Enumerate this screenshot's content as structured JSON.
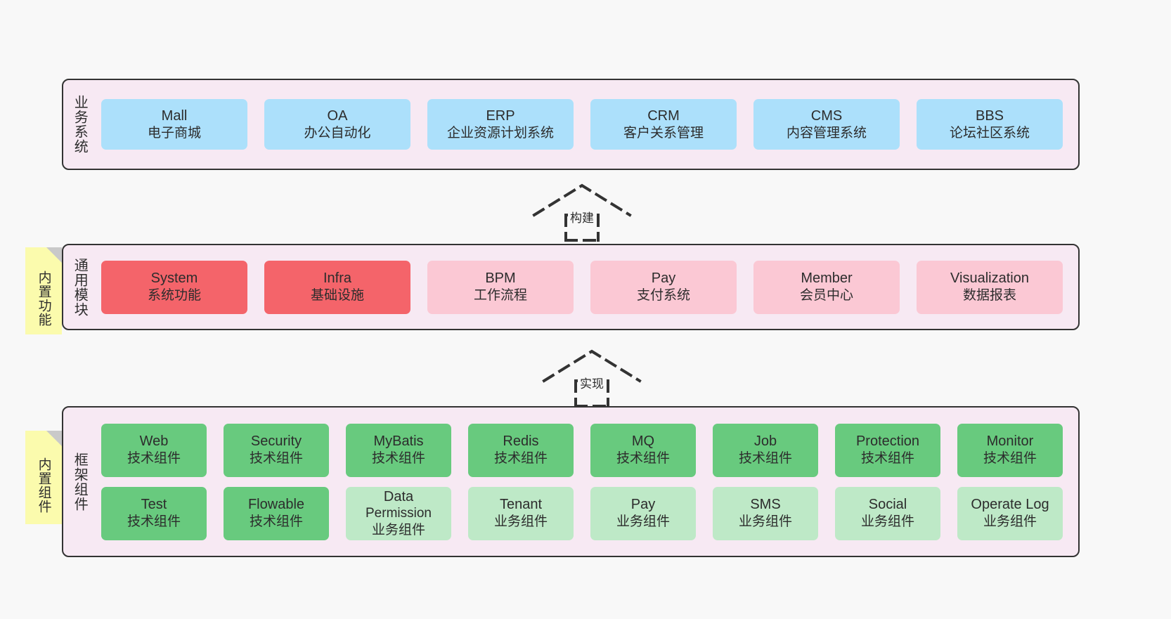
{
  "layers": [
    {
      "id": "business",
      "label": "业务系统",
      "tab": null,
      "rows": [
        {
          "cards": [
            {
              "t1": "Mall",
              "t2": "电子商城",
              "color": "#ace0fb"
            },
            {
              "t1": "OA",
              "t2": "办公自动化",
              "color": "#ace0fb"
            },
            {
              "t1": "ERP",
              "t2": "企业资源计划系统",
              "color": "#ace0fb"
            },
            {
              "t1": "CRM",
              "t2": "客户关系管理",
              "color": "#ace0fb"
            },
            {
              "t1": "CMS",
              "t2": "内容管理系统",
              "color": "#ace0fb"
            },
            {
              "t1": "BBS",
              "t2": "论坛社区系统",
              "color": "#ace0fb"
            }
          ]
        }
      ]
    },
    {
      "id": "common-modules",
      "label": "通用模块",
      "tab": "内置功能",
      "rows": [
        {
          "cards": [
            {
              "t1": "System",
              "t2": "系统功能",
              "color": "#f4646a"
            },
            {
              "t1": "Infra",
              "t2": "基础设施",
              "color": "#f4646a"
            },
            {
              "t1": "BPM",
              "t2": "工作流程",
              "color": "#fbc8d4"
            },
            {
              "t1": "Pay",
              "t2": "支付系统",
              "color": "#fbc8d4"
            },
            {
              "t1": "Member",
              "t2": "会员中心",
              "color": "#fbc8d4"
            },
            {
              "t1": "Visualization",
              "t2": "数据报表",
              "color": "#fbc8d4"
            }
          ]
        }
      ]
    },
    {
      "id": "framework-components",
      "label": "框架组件",
      "tab": "内置组件",
      "rows": [
        {
          "cards": [
            {
              "t1": "Web",
              "t2": "技术组件",
              "color": "#68ca7e"
            },
            {
              "t1": "Security",
              "t2": "技术组件",
              "color": "#68ca7e"
            },
            {
              "t1": "MyBatis",
              "t2": "技术组件",
              "color": "#68ca7e"
            },
            {
              "t1": "Redis",
              "t2": "技术组件",
              "color": "#68ca7e"
            },
            {
              "t1": "MQ",
              "t2": "技术组件",
              "color": "#68ca7e"
            },
            {
              "t1": "Job",
              "t2": "技术组件",
              "color": "#68ca7e"
            },
            {
              "t1": "Protection",
              "t2": "技术组件",
              "color": "#68ca7e"
            },
            {
              "t1": "Monitor",
              "t2": "技术组件",
              "color": "#68ca7e"
            }
          ]
        },
        {
          "cards": [
            {
              "t1": "Test",
              "t2": "技术组件",
              "color": "#68ca7e"
            },
            {
              "t1": "Flowable",
              "t2": "技术组件",
              "color": "#68ca7e"
            },
            {
              "t1": "Data",
              "t2": "Permission",
              "t3": "业务组件",
              "color": "#bee9c7"
            },
            {
              "t1": "Tenant",
              "t2": "业务组件",
              "color": "#bee9c7"
            },
            {
              "t1": "Pay",
              "t2": "业务组件",
              "color": "#bee9c7"
            },
            {
              "t1": "SMS",
              "t2": "业务组件",
              "color": "#bee9c7"
            },
            {
              "t1": "Social",
              "t2": "业务组件",
              "color": "#bee9c7"
            },
            {
              "t1": "Operate Log",
              "t2": "业务组件",
              "color": "#bee9c7"
            }
          ]
        }
      ]
    }
  ],
  "connectors": [
    {
      "id": "build",
      "label": "构建"
    },
    {
      "id": "implement",
      "label": "实现"
    }
  ],
  "colors": {
    "background": "#f8f8f8",
    "layer_fill": "#f7e9f3",
    "layer_border": "#333333",
    "note_fill": "#fbfbad",
    "note_fold": "#c9c9c9",
    "blue_card": "#ace0fb",
    "red_card": "#f4646a",
    "pink_card": "#fbc8d4",
    "green_card": "#68ca7e",
    "light_green_card": "#bee9c7",
    "text": "#2c2c2c"
  }
}
